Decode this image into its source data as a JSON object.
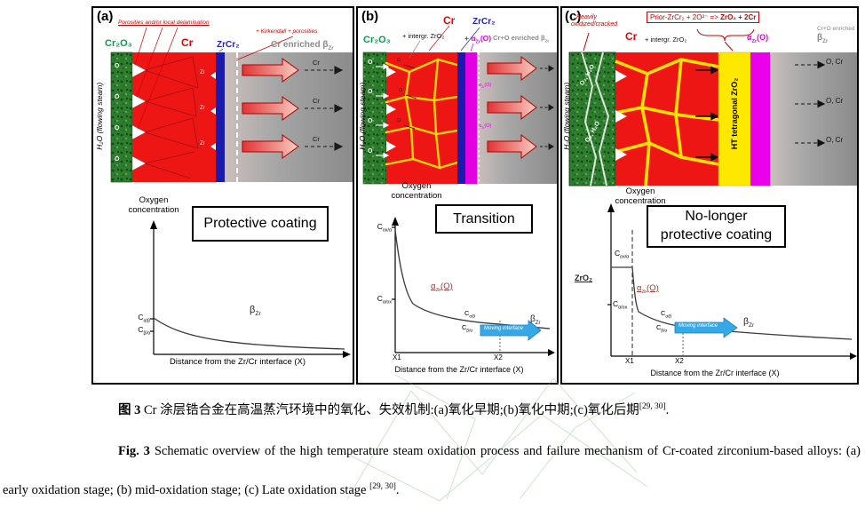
{
  "colors": {
    "cr_red": "#ee1515",
    "cr2o3_green": "#2e7c2e",
    "zrcr2_blue": "#1a1aae",
    "alpha_zr_o_magenta": "#e300e3",
    "zro2_yellow": "#ffe200",
    "annotation_red": "#cc0000",
    "moving_interface_blue": "#35a8e8"
  },
  "panel_a": {
    "tag": "(a)",
    "ann_porosities": "Porosities and/or local delamination",
    "ann_kirkendall": "+ Kirkendall + porosities",
    "layer_cr2o3": "Cr₂O₃",
    "layer_cr": "Cr",
    "layer_zrcr2": "ZrCr₂",
    "layer_beta": {
      "main": "Cr enriched β",
      "sub": "Zr"
    },
    "steam": "H₂O (flowing steam)",
    "o_label": "O",
    "zr_label": "Zr",
    "cr_label": "Cr",
    "plot": {
      "ylabel": "Oxygen concentration",
      "box": "Protective coating",
      "c_ab": {
        "main": "C",
        "sub": "α/β"
      },
      "c_ba": {
        "main": "C",
        "sub": "β/α"
      },
      "beta": {
        "main": "β",
        "sub": "Zr"
      },
      "xlabel": "Distance from the Zr/Cr interface (X)"
    }
  },
  "panel_b": {
    "tag": "(b)",
    "layer_cr": "Cr",
    "layer_zrcr2": "ZrCr₂",
    "layer_cr2o3": "Cr₂O₃",
    "layer_intergr": "+ intergr. ZrO₂",
    "layer_alpha": {
      "main": "+ α",
      "sub": "Zr",
      "tail": "(O)"
    },
    "layer_beta": {
      "main": "Cr+O enriched β",
      "sub": "Zr"
    },
    "steam": "H₂O (flowing steam)",
    "o_label": "O",
    "alpha_small": {
      "main": "α",
      "sub": "Zr",
      "tail": "(O)"
    },
    "plot": {
      "ylabel": "Oxygen concentration",
      "box": "Transition",
      "c_oxa": {
        "main": "C",
        "sub": "ox/α"
      },
      "c_aox": {
        "main": "C",
        "sub": "α/ox"
      },
      "alpha": {
        "main": "α",
        "sub": "Zr",
        "tail": "(O)"
      },
      "c_ab": {
        "main": "C",
        "sub": "α/β"
      },
      "c_ba": {
        "main": "C",
        "sub": "β/α"
      },
      "moving": "Moving interface",
      "beta": {
        "main": "β",
        "sub": "Zr"
      },
      "x1": "X1",
      "x2": "X2",
      "xlabel": "Distance from the Zr/Cr interface (X)"
    }
  },
  "panel_c": {
    "tag": "(c)",
    "ann_heavily_1": "Heavily",
    "ann_heavily_2": "oxidized/cracked",
    "reaction_plain": "Prior-ZrCr₂ + 2O²⁻ => ",
    "reaction_bold": "ZrO₂ + 2Cr",
    "ann_cr_o": "Cr+O enriched",
    "layer_cr": "Cr",
    "layer_intergr": "+ intergr. ZrO₂",
    "layer_ht": "HT tetragonal ZrO₂",
    "layer_alpha": {
      "main": "α",
      "sub": "Zr",
      "tail": "(O)"
    },
    "layer_beta": {
      "main": "β",
      "sub": "Zr"
    },
    "steam": "H₂O (flowing steam)",
    "o2_h2o": "O₂, H₂O",
    "o_cr_label": "O, Cr",
    "plot": {
      "ylabel": "Oxygen concentration",
      "box_1": "No-longer",
      "box_2": "protective coating",
      "zro2": "ZrO₂",
      "c_oxa": {
        "main": "C",
        "sub": "ox/α"
      },
      "c_aox": {
        "main": "C",
        "sub": "α/ox"
      },
      "alpha": {
        "main": "α",
        "sub": "Zr",
        "tail": "(O)"
      },
      "c_ab": {
        "main": "C",
        "sub": "α/β"
      },
      "c_ba": {
        "main": "C",
        "sub": "β/α"
      },
      "moving": "Moving interface",
      "beta": {
        "main": "β",
        "sub": "Zr"
      },
      "x1": "X1",
      "x2": "X2",
      "xlabel": "Distance from the Zr/Cr interface (X)"
    }
  },
  "caption_zh": {
    "prefix": "图 3",
    "body": " Cr 涂层锆合金在高温蒸汽环境中的氧化、失效机制:(a)氧化早期;(b)氧化中期;(c)氧化后期",
    "sup": "[29, 30]",
    "tail": "."
  },
  "caption_en": {
    "prefix": "Fig. 3",
    "body": " Schematic overview of the high temperature steam oxidation process and failure mechanism of Cr-coated zirconium-based alloys: (a) early oxidation stage; (b) mid-oxidation stage; (c) Late oxidation stage ",
    "sup": "[29, 30]",
    "tail": "."
  }
}
